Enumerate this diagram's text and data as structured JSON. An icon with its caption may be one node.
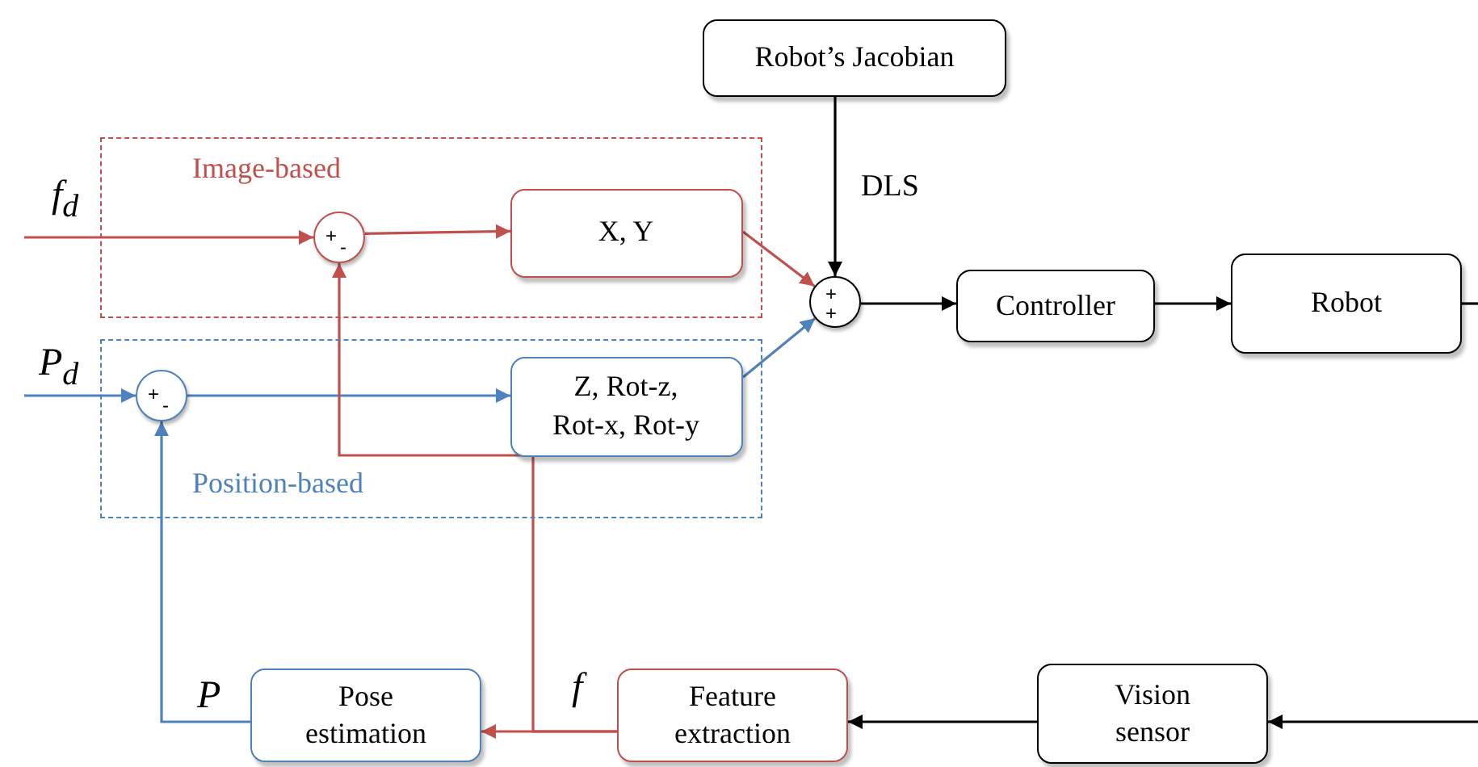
{
  "diagram": {
    "nodes": [
      {
        "text": [
          "Image-based"
        ]
      },
      {
        "text": [
          "+",
          "-"
        ],
        "in": 0
      },
      {
        "text": [
          "X, Y"
        ],
        "in": 0
      },
      {
        "text": [
          "Position-based"
        ]
      },
      {
        "text": [
          "+",
          "-"
        ],
        "in": 3
      },
      {
        "text": [
          "Z, Rot-z, Rot-x, Rot-y"
        ],
        "in": 3
      },
      {
        "text": [
          "Robot’s Jacobian"
        ]
      },
      {
        "text": [
          "+",
          "+"
        ]
      },
      {
        "text": [
          "Controller"
        ]
      },
      {
        "text": [
          "Robot"
        ]
      },
      {
        "text": [
          "Vision sensor"
        ]
      },
      {
        "text": [
          "Feature extraction"
        ]
      },
      {
        "text": [
          "Pose estimation"
        ]
      }
    ],
    "edges": [
      {
        "from": null,
        "to": 1,
        "arrow": "to",
        "label": "f$_{d}$",
        "color": "#c0504d"
      },
      {
        "from": 1,
        "to": 2,
        "arrow": "to",
        "color": "#c0504d"
      },
      {
        "from": 2,
        "to": 7,
        "arrow": "to",
        "color": "#c0504d"
      },
      {
        "from": null,
        "to": 4,
        "arrow": "to",
        "label": "P$_{d}$",
        "color": "#4f81bd"
      },
      {
        "from": 4,
        "to": 5,
        "arrow": "to",
        "color": "#4f81bd"
      },
      {
        "from": 5,
        "to": 7,
        "arrow": "to",
        "color": "#4f81bd"
      },
      {
        "from": 6,
        "to": 7,
        "arrow": "to",
        "label": "DLS"
      },
      {
        "from": 7,
        "to": 8,
        "arrow": "to"
      },
      {
        "from": 8,
        "to": 9,
        "arrow": "to"
      },
      {
        "from": 9,
        "to": null,
        "arrow": "none"
      },
      {
        "from": null,
        "to": 10,
        "arrow": "to"
      },
      {
        "from": 10,
        "to": 11,
        "arrow": "to"
      },
      {
        "from": 11,
        "to": 12,
        "arrow": "to",
        "label": "f",
        "color": "#c0504d"
      },
      {
        "from": 11,
        "to": 1,
        "arrow": "to",
        "color": "#c0504d"
      },
      {
        "from": 12,
        "to": 4,
        "arrow": "to",
        "label": "P",
        "color": "#4f81bd"
      }
    ]
  }
}
